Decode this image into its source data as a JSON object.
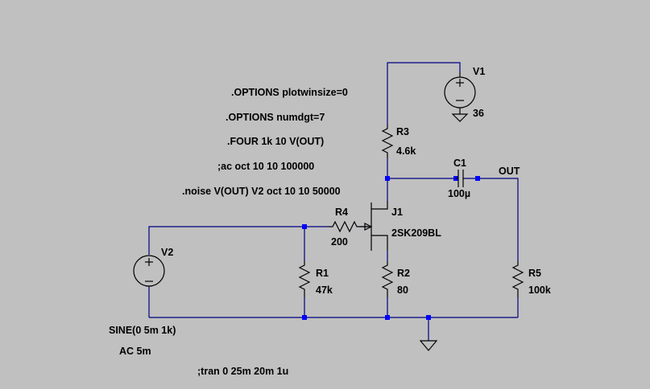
{
  "directives": [
    ".OPTIONS plotwinsize=0",
    ".OPTIONS numdgt=7",
    ".FOUR 1k 10 V(OUT)",
    ";ac oct 10 10 100000",
    ".noise V(OUT) V2 oct 10 10 50000",
    ";tran 0 25m 20m 1u"
  ],
  "components": {
    "v1": {
      "name": "V1",
      "value": "36"
    },
    "v2": {
      "name": "V2",
      "value": "SINE(0 5m 1k)",
      "ac": "AC 5m"
    },
    "r1": {
      "name": "R1",
      "value": "47k"
    },
    "r2": {
      "name": "R2",
      "value": "80"
    },
    "r3": {
      "name": "R3",
      "value": "4.6k"
    },
    "r4": {
      "name": "R4",
      "value": "200"
    },
    "r5": {
      "name": "R5",
      "value": "100k"
    },
    "c1": {
      "name": "C1",
      "value": "100µ"
    },
    "j1": {
      "name": "J1",
      "value": "2SK209BL"
    }
  },
  "nets": {
    "out": "OUT"
  },
  "colors": {
    "background": "#c0c0c0",
    "wire": "#000080",
    "junction": "#0000ff",
    "symbol": "#000000"
  }
}
